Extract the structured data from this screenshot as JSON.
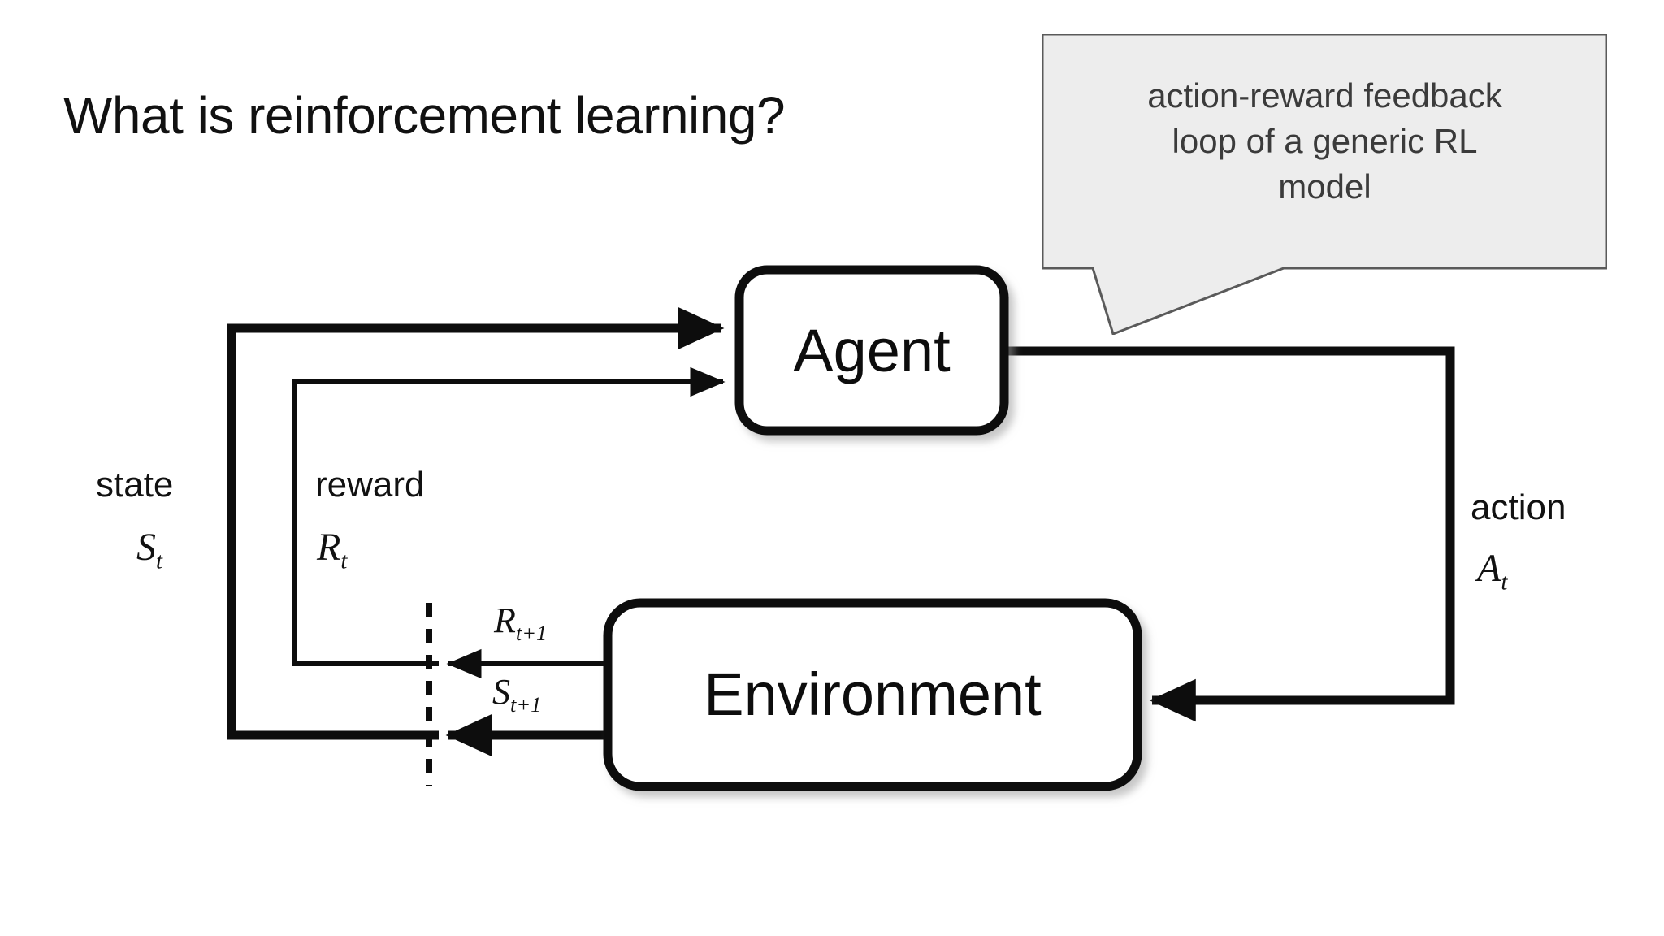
{
  "slide": {
    "title": "What is reinforcement learning?",
    "background_color": "#ffffff",
    "title_color": "#111111"
  },
  "callout": {
    "name": "speech-bubble-callout",
    "text": "action-reward feedback loop of a generic RL model",
    "lines": [
      "action-reward feedback",
      "loop of a generic RL",
      "model"
    ],
    "fill_color": "#ededed",
    "border_color": "#5a5a5a",
    "text_color": "#3b3b3b",
    "tail_points_to": "agent-box"
  },
  "diagram": {
    "name": "rl-agent-environment-loop",
    "type": "flow-diagram",
    "nodes": [
      {
        "id": "agent",
        "label": "Agent",
        "shape": "rounded-rect"
      },
      {
        "id": "environment",
        "label": "Environment",
        "shape": "rounded-rect"
      }
    ],
    "edges": [
      {
        "id": "state",
        "from": "environment",
        "to": "agent",
        "word": "state",
        "symbol_base": "S",
        "symbol_sub": "t",
        "arrow_symbol_base": "S",
        "arrow_symbol_sub": "t+1",
        "stroke": "thick"
      },
      {
        "id": "reward",
        "from": "environment",
        "to": "agent",
        "word": "reward",
        "symbol_base": "R",
        "symbol_sub": "t",
        "arrow_symbol_base": "R",
        "arrow_symbol_sub": "t+1",
        "stroke": "thin"
      },
      {
        "id": "action",
        "from": "agent",
        "to": "environment",
        "word": "action",
        "symbol_base": "A",
        "symbol_sub": "t",
        "stroke": "thick"
      }
    ],
    "time_boundary": {
      "name": "timestep-dashed-divider",
      "style": "dashed-vertical"
    },
    "line_color": "#0d0d0d"
  }
}
